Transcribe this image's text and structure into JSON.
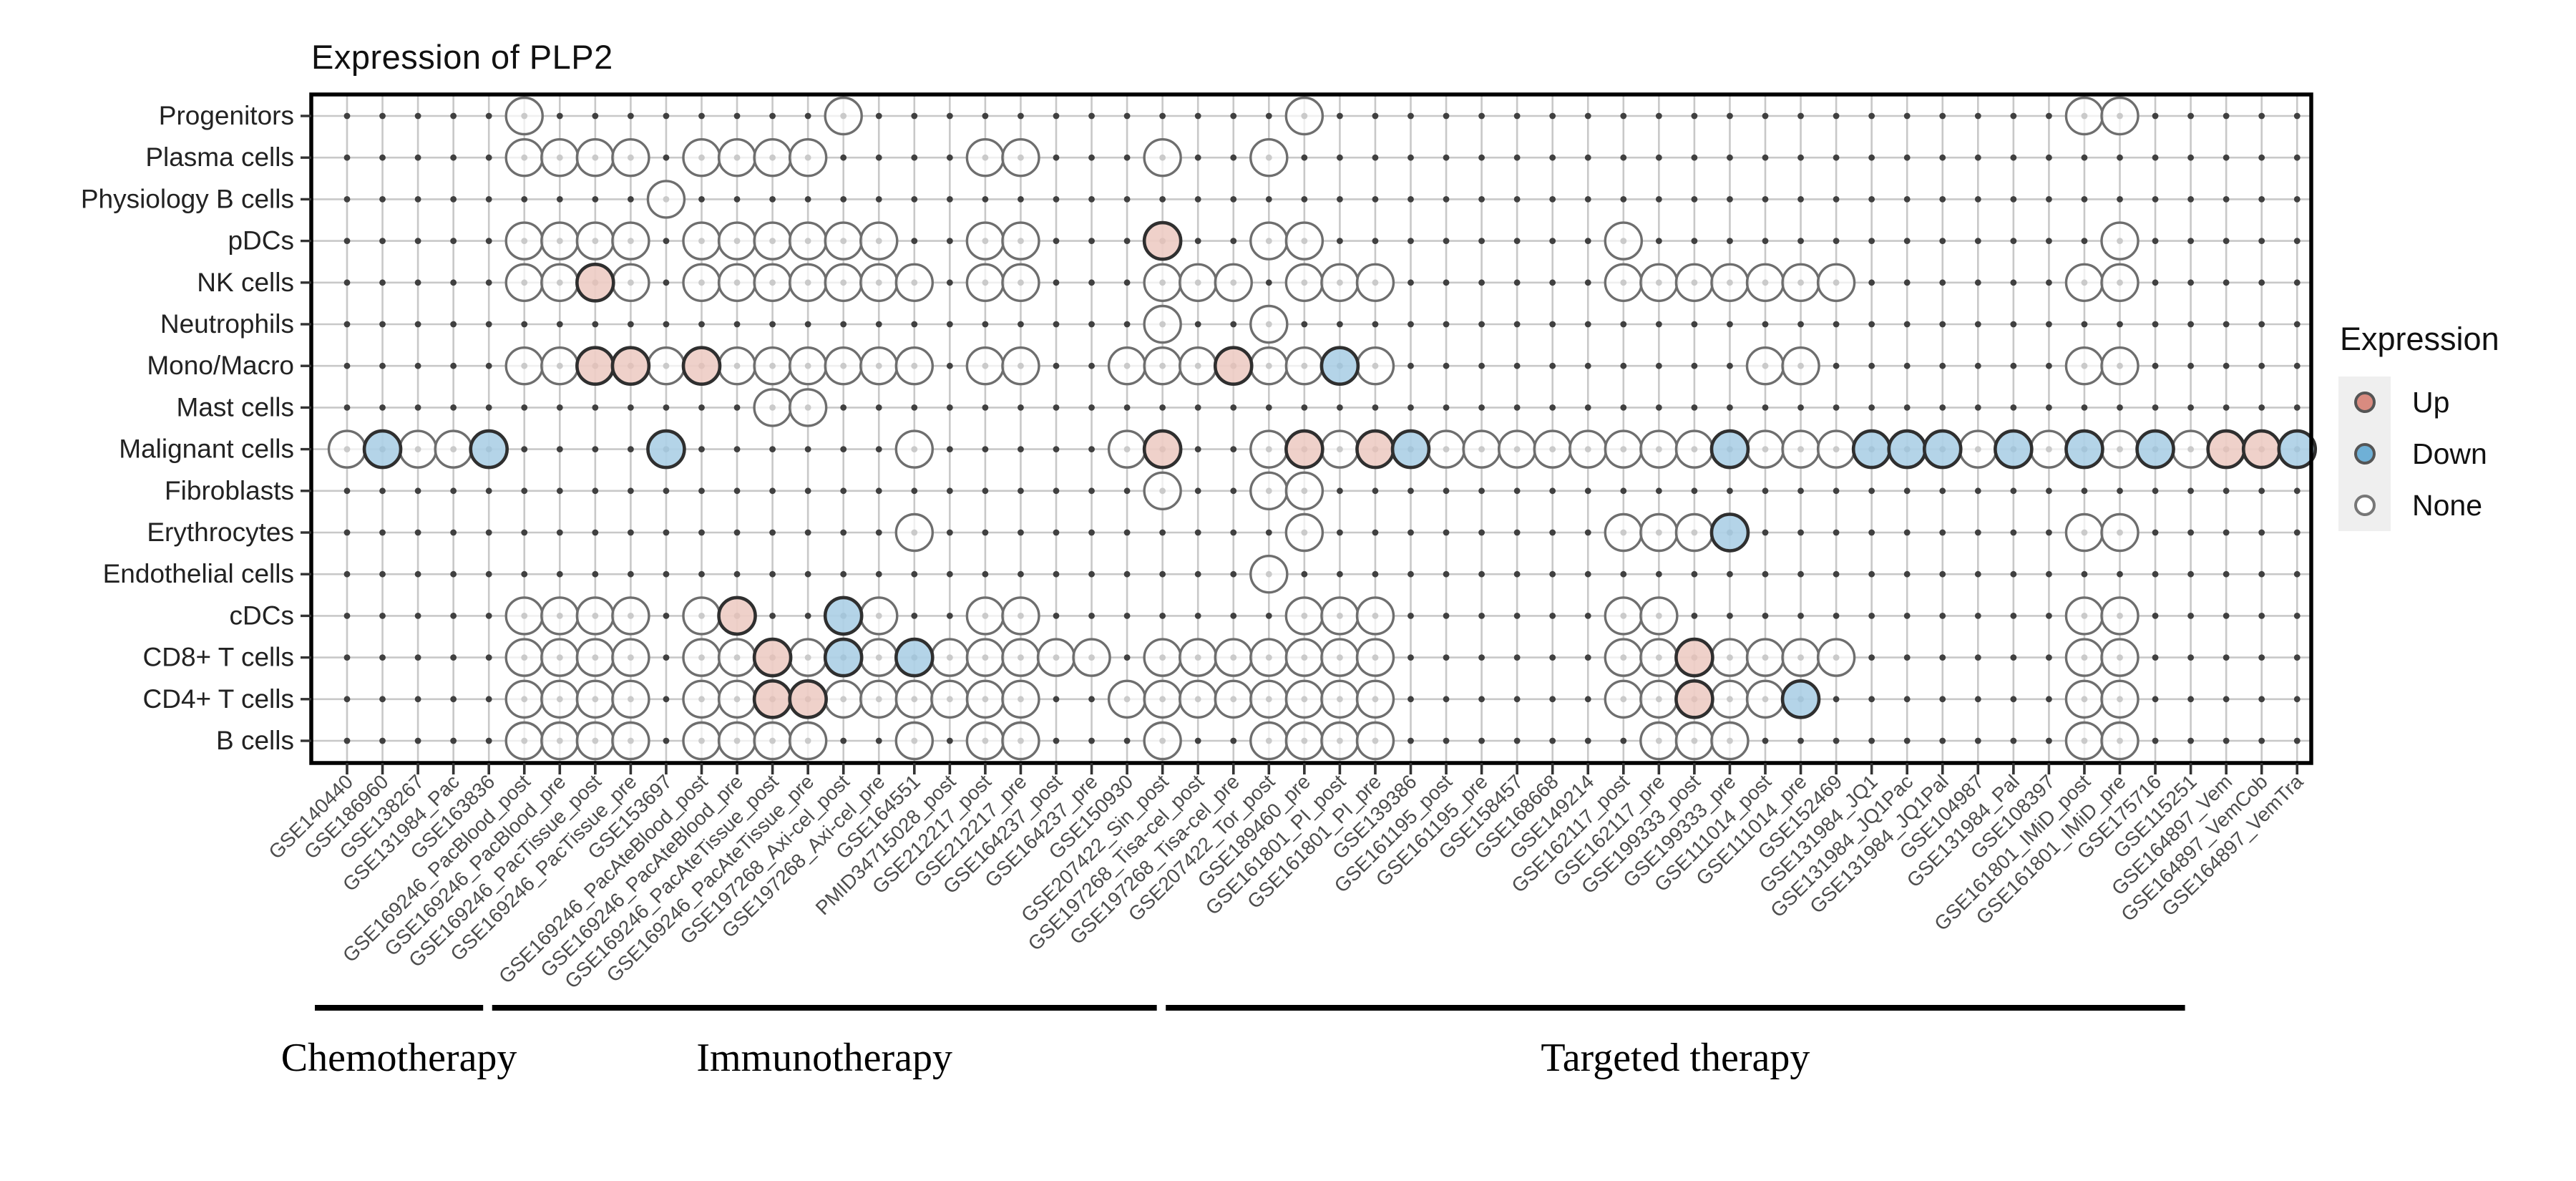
{
  "title": "Expression of PLP2",
  "legend": {
    "title": "Expression",
    "entries": [
      {
        "label": "Up",
        "fill": "#d98b80",
        "stroke": "#555555"
      },
      {
        "label": "Down",
        "fill": "#6fb0d6",
        "stroke": "#555555"
      },
      {
        "label": "None",
        "fill": "#ffffff",
        "stroke": "#777777"
      }
    ]
  },
  "colors": {
    "up_fill": "#eecdc6",
    "down_fill": "#aed0e6",
    "none_fill": "#ffffff",
    "colored_stroke": "#2f2f2f",
    "none_stroke": "#6e6e6e",
    "grid_line": "#c8c8c8",
    "grid_dot": "#404040",
    "panel_border": "#000000",
    "axis_text": "#4d4d4d",
    "row_text": "#222222",
    "group_line": "#000000",
    "group_text": "#000000"
  },
  "chart_data": {
    "type": "dot-matrix",
    "title": "Expression of PLP2",
    "legend_values": [
      "Up",
      "Down",
      "None"
    ],
    "rows": [
      "Progenitors",
      "Plasma cells",
      "Physiology B cells",
      "pDCs",
      "NK cells",
      "Neutrophils",
      "Mono/Macro",
      "Mast cells",
      "Malignant cells",
      "Fibroblasts",
      "Erythrocytes",
      "Endothelial cells",
      "cDCs",
      "CD8+ T cells",
      "CD4+ T cells",
      "B cells"
    ],
    "columns": [
      "GSE140440",
      "GSE186960",
      "GSE138267",
      "GSE131984_Pac",
      "GSE163836",
      "GSE169246_PacBlood_post",
      "GSE169246_PacBlood_pre",
      "GSE169246_PacTissue_post",
      "GSE169246_PacTissue_pre",
      "GSE153697",
      "GSE169246_PacAteBlood_post",
      "GSE169246_PacAteBlood_pre",
      "GSE169246_PacAteTissue_post",
      "GSE169246_PacAteTissue_pre",
      "GSE197268_Axi-cel_post",
      "GSE197268_Axi-cel_pre",
      "GSE164551",
      "PMID34715028_post",
      "GSE212217_post",
      "GSE212217_pre",
      "GSE164237_post",
      "GSE164237_pre",
      "GSE150930",
      "GSE207422_Sin_post",
      "GSE197268_Tisa-cel_post",
      "GSE197268_Tisa-cel_pre",
      "GSE207422_Tor_post",
      "GSE189460_pre",
      "GSE161801_PI_post",
      "GSE161801_PI_pre",
      "GSE139386",
      "GSE161195_post",
      "GSE161195_pre",
      "GSE158457",
      "GSE168668",
      "GSE149214",
      "GSE162117_post",
      "GSE162117_pre",
      "GSE199333_post",
      "GSE199333_pre",
      "GSE111014_post",
      "GSE111014_pre",
      "GSE152469",
      "GSE131984_JQ1",
      "GSE131984_JQ1Pac",
      "GSE131984_JQ1Pal",
      "GSE104987",
      "GSE131984_Pal",
      "GSE108397",
      "GSE161801_IMiD_post",
      "GSE161801_IMiD_pre",
      "GSE175716",
      "GSE115251",
      "GSE164897_Vem",
      "GSE164897_VemCob",
      "GSE164897_VemTra"
    ],
    "groups": [
      {
        "label": "Chemotherapy",
        "cols": [
          1,
          5
        ],
        "line_cols": [
          1,
          5
        ]
      },
      {
        "label": "Immunotherapy",
        "cols": [
          6,
          24
        ],
        "line_cols": [
          6,
          24
        ]
      },
      {
        "label": "Targeted therapy",
        "cols": [
          25,
          56
        ],
        "line_cols": [
          25,
          53
        ]
      }
    ],
    "cells": [
      {
        "row": "Progenitors",
        "none": [
          6,
          15,
          28,
          50,
          51
        ],
        "up": [],
        "down": []
      },
      {
        "row": "Plasma cells",
        "none": [
          6,
          7,
          8,
          9,
          11,
          12,
          13,
          14,
          19,
          20,
          24,
          27
        ],
        "up": [],
        "down": []
      },
      {
        "row": "Physiology B cells",
        "none": [
          10
        ],
        "up": [],
        "down": []
      },
      {
        "row": "pDCs",
        "none": [
          6,
          7,
          8,
          9,
          11,
          12,
          13,
          14,
          15,
          16,
          19,
          20,
          27,
          28,
          37,
          51
        ],
        "up": [
          24
        ],
        "down": []
      },
      {
        "row": "NK cells",
        "none": [
          6,
          7,
          9,
          11,
          12,
          13,
          14,
          15,
          16,
          17,
          19,
          20,
          24,
          25,
          26,
          28,
          29,
          30,
          37,
          38,
          39,
          40,
          41,
          42,
          43,
          50,
          51
        ],
        "up": [
          8
        ],
        "down": []
      },
      {
        "row": "Neutrophils",
        "none": [
          24,
          27
        ],
        "up": [],
        "down": []
      },
      {
        "row": "Mono/Macro",
        "none": [
          6,
          7,
          10,
          12,
          13,
          14,
          15,
          16,
          17,
          19,
          20,
          23,
          24,
          25,
          27,
          28,
          30,
          41,
          42,
          50,
          51
        ],
        "up": [
          8,
          9,
          11,
          26
        ],
        "down": [
          29
        ]
      },
      {
        "row": "Mast cells",
        "none": [
          13,
          14
        ],
        "up": [],
        "down": []
      },
      {
        "row": "Malignant cells",
        "none": [
          1,
          3,
          4,
          17,
          23,
          27,
          29,
          32,
          33,
          34,
          35,
          36,
          37,
          38,
          39,
          41,
          42,
          43,
          47,
          49,
          51,
          53
        ],
        "up": [
          24,
          28,
          30,
          54,
          55
        ],
        "down": [
          2,
          5,
          10,
          31,
          40,
          44,
          45,
          46,
          48,
          50,
          52,
          56
        ]
      },
      {
        "row": "Fibroblasts",
        "none": [
          24,
          27,
          28
        ],
        "up": [],
        "down": []
      },
      {
        "row": "Erythrocytes",
        "none": [
          17,
          28,
          37,
          38,
          39,
          50,
          51
        ],
        "up": [],
        "down": [
          40
        ]
      },
      {
        "row": "Endothelial cells",
        "none": [
          27
        ],
        "up": [],
        "down": []
      },
      {
        "row": "cDCs",
        "none": [
          6,
          7,
          8,
          9,
          11,
          16,
          19,
          20,
          28,
          29,
          30,
          37,
          38,
          50,
          51
        ],
        "up": [
          12
        ],
        "down": [
          15
        ]
      },
      {
        "row": "CD8+ T cells",
        "none": [
          6,
          7,
          8,
          9,
          11,
          12,
          14,
          16,
          18,
          19,
          20,
          21,
          22,
          24,
          25,
          26,
          27,
          28,
          29,
          30,
          37,
          38,
          40,
          41,
          42,
          43,
          50,
          51
        ],
        "up": [
          13,
          39
        ],
        "down": [
          15,
          17
        ]
      },
      {
        "row": "CD4+ T cells",
        "none": [
          6,
          7,
          8,
          9,
          11,
          12,
          15,
          16,
          17,
          18,
          19,
          20,
          23,
          24,
          25,
          26,
          27,
          28,
          29,
          30,
          37,
          38,
          40,
          41,
          50,
          51
        ],
        "up": [
          13,
          14,
          39
        ],
        "down": [
          42
        ]
      },
      {
        "row": "B cells",
        "none": [
          6,
          7,
          8,
          9,
          11,
          12,
          13,
          14,
          17,
          19,
          20,
          24,
          27,
          28,
          29,
          30,
          38,
          39,
          40,
          50,
          51
        ],
        "up": [],
        "down": []
      }
    ],
    "layout_hints": {
      "grid": true,
      "legend_position": "right",
      "x_label_rotation": -45
    }
  }
}
